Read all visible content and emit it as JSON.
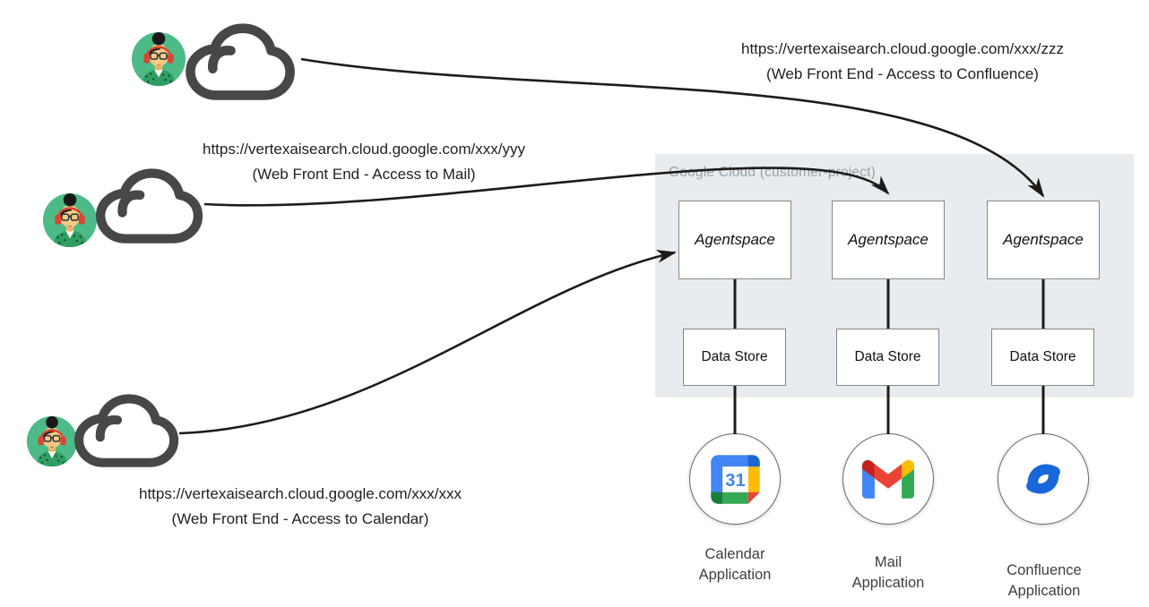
{
  "container": {
    "label": "Google Cloud (customer-project)"
  },
  "columns": [
    {
      "agent_label": "Agentspace",
      "store_label": "Data Store",
      "app_line1": "Calendar",
      "app_line2": "Application",
      "icon": "google-calendar-icon",
      "calendar_day": "31"
    },
    {
      "agent_label": "Agentspace",
      "store_label": "Data Store",
      "app_line1": "Mail",
      "app_line2": "Application",
      "icon": "gmail-icon"
    },
    {
      "agent_label": "Agentspace",
      "store_label": "Data Store",
      "app_line1": "Confluence",
      "app_line2": "Application",
      "icon": "confluence-icon"
    }
  ],
  "endpoints": [
    {
      "url": "https://vertexaisearch.cloud.google.com/xxx/zzz",
      "caption": "(Web Front End - Access to Confluence)"
    },
    {
      "url": "https://vertexaisearch.cloud.google.com/xxx/yyy",
      "caption": "(Web Front End - Access to Mail)"
    },
    {
      "url": "https://vertexaisearch.cloud.google.com/xxx/xxx",
      "caption": "(Web Front End - Access to Calendar)"
    }
  ],
  "icons": {
    "user": "user-avatar-icon",
    "cloud": "cloud-icon"
  },
  "colors": {
    "container_bg": "#e9ecee",
    "container_label": "#9aa0a6",
    "box_border": "#84888b",
    "arrow": "#1c1c1c",
    "cloud_outline": "#474747",
    "avatar_green": "#4cbb88",
    "headphone_red": "#d9452f",
    "calendar_blue": "#4285F4",
    "calendar_dark_blue": "#1967D2",
    "google_yellow": "#FBBC04",
    "google_green": "#34A853",
    "google_dark_green": "#188038",
    "gmail_red": "#EA4335",
    "gmail_dark_red": "#C5221F",
    "confluence_blue": "#1868DB"
  }
}
